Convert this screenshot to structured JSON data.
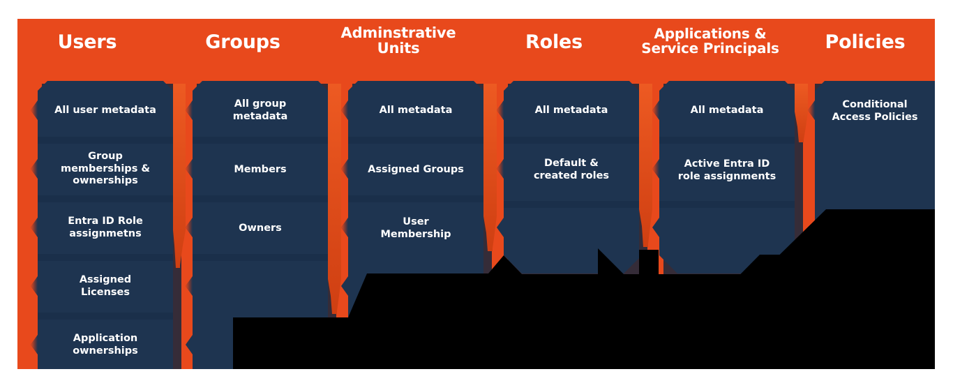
{
  "figure": {
    "type": "diagram",
    "subject": "Microsoft Entra ID objects and collected data",
    "background_color": "#ffffff",
    "banner_color": "#e8491c",
    "card_color": "#1e3450",
    "card_shadow_color": "#172a42",
    "text_color": "#ffffff",
    "occlusion_color": "#000000"
  },
  "columns": [
    {
      "id": "users",
      "title": "Users",
      "title_lines": "Users",
      "items": [
        {
          "label": "All user metadata"
        },
        {
          "label": "Group\nmemberships &\nownerships"
        },
        {
          "label": "Entra ID Role\nassignmetns"
        },
        {
          "label": "Assigned\nLicenses"
        },
        {
          "label": "Application\nownerships"
        }
      ]
    },
    {
      "id": "groups",
      "title": "Groups",
      "title_lines": "Groups",
      "items": [
        {
          "label": "All group\nmetadata"
        },
        {
          "label": "Members"
        },
        {
          "label": "Owners"
        }
      ]
    },
    {
      "id": "administrative-units",
      "title": "Adminstrative Units",
      "title_lines": "Adminstrative\nUnits",
      "items": [
        {
          "label": "All metadata"
        },
        {
          "label": "Assigned Groups"
        },
        {
          "label": "User\nMembership"
        }
      ]
    },
    {
      "id": "roles",
      "title": "Roles",
      "title_lines": "Roles",
      "items": [
        {
          "label": "All metadata"
        },
        {
          "label": "Default &\ncreated roles"
        }
      ]
    },
    {
      "id": "applications-service-principals",
      "title": "Applications & Service Principals",
      "title_lines": "Applications &\nService Principals",
      "items": [
        {
          "label": "All metadata"
        },
        {
          "label": "Active Entra ID\nrole assignments"
        }
      ]
    },
    {
      "id": "policies",
      "title": "Policies",
      "title_lines": "Policies",
      "items": [
        {
          "label": "Conditional\nAccess Policies"
        }
      ]
    }
  ]
}
